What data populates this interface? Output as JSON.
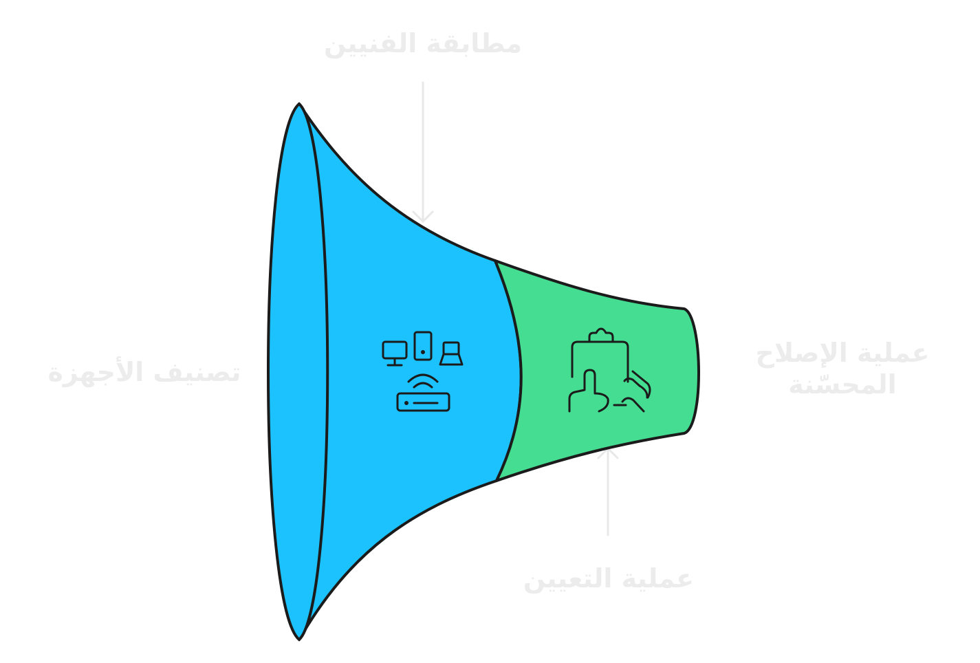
{
  "diagram": {
    "stages": [
      {
        "name": "مطابقة الفنيين",
        "color": "#1cc2fd",
        "icon": "devices-router-icon"
      },
      {
        "name": "عملية التعيين",
        "color": "#44dd91",
        "icon": "clipboard-hand-icon"
      }
    ],
    "input_label": "تصنيف الأجهزة",
    "output_label_line1": "عملية الإصلاح",
    "output_label_line2": "المحسّنة",
    "outline_color": "#1b1b1b",
    "label_color": "#ececec",
    "arrow_color": "#e8e8e8"
  }
}
